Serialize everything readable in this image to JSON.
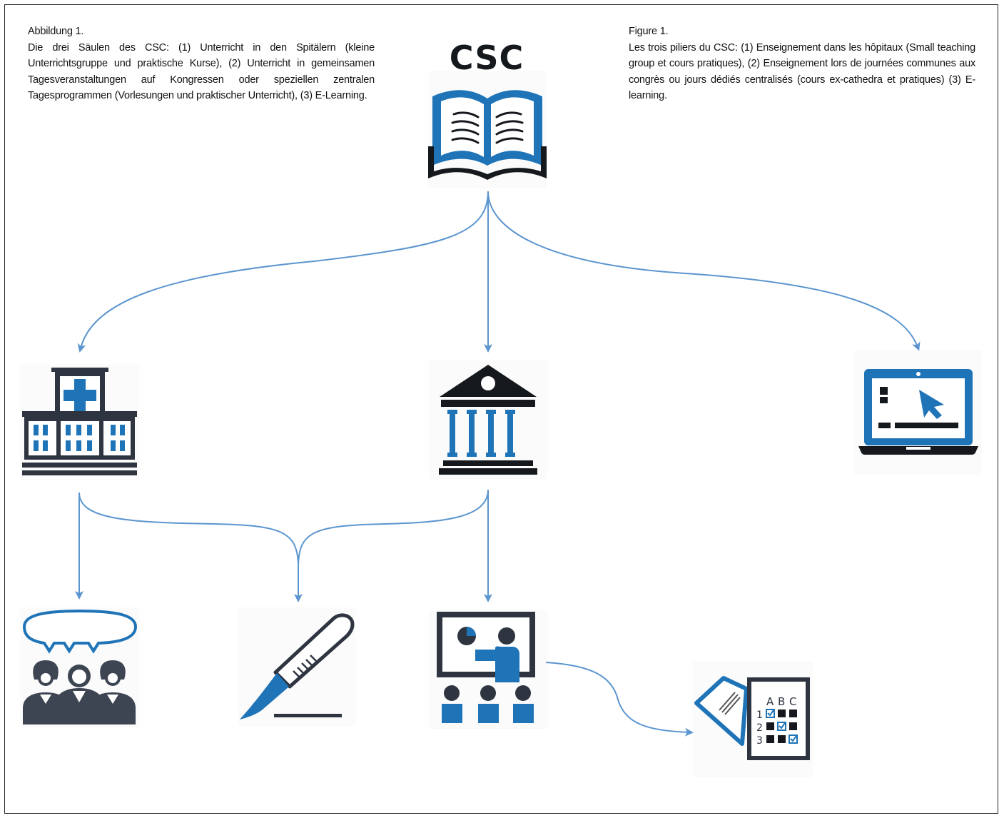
{
  "caption_de": {
    "title": "Abbildung 1.",
    "text": "Die drei Säulen des CSC: (1) Unterricht in den Spitälern (kleine Unterrichtsgruppe und praktische Kurse), (2) Unterricht in gemeinsamen Tagesveranstaltungen auf Kongressen oder speziellen zentralen Tagesprogrammen (Vorlesungen und praktischer Unterricht), (3) E-Learning."
  },
  "caption_fr": {
    "title": "Figure 1.",
    "text": "Les trois piliers du CSC: (1) Enseignement dans les hôpitaux (Small teaching group et cours pratiques), (2) Enseignement lors de journées communes aux congrès ou jours dédiés centralisés (cours ex-cathedra et pratiques) (3) E-learning."
  },
  "root": {
    "label": "CSC",
    "icon": "open-book-icon"
  },
  "pillars": [
    {
      "icon": "hospital-icon"
    },
    {
      "icon": "classical-building-icon"
    },
    {
      "icon": "laptop-cursor-icon"
    }
  ],
  "outcomes": [
    {
      "icon": "group-discussion-icon"
    },
    {
      "icon": "scalpel-icon"
    },
    {
      "icon": "presentation-lecture-icon"
    },
    {
      "icon": "checklist-test-icon",
      "labels": [
        "A",
        "B",
        "C",
        "1",
        "2",
        "3"
      ]
    }
  ],
  "colors": {
    "accent_blue": "#1f74b8",
    "arrow_blue": "#5b95cf",
    "dark": "#2e3440"
  }
}
